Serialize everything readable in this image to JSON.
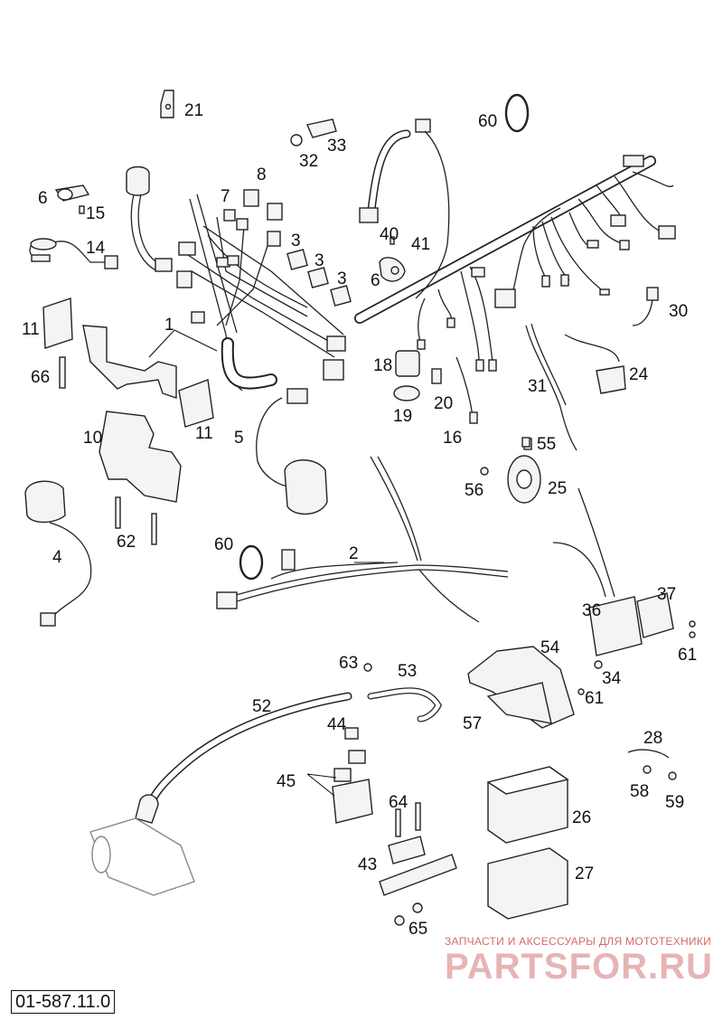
{
  "document_id": "01-587.11.0",
  "watermark": {
    "caption": "ЗАПЧАСТИ И АКСЕССУАРЫ ДЛЯ МОТОТЕХНИКИ",
    "brand": "PARTSFOR.RU",
    "color": "#d36a6a"
  },
  "callouts": [
    {
      "id": "c1",
      "text": "1"
    },
    {
      "id": "c2",
      "text": "2"
    },
    {
      "id": "c3a",
      "text": "3"
    },
    {
      "id": "c3b",
      "text": "3"
    },
    {
      "id": "c3c",
      "text": "3"
    },
    {
      "id": "c4",
      "text": "4"
    },
    {
      "id": "c5",
      "text": "5"
    },
    {
      "id": "c6a",
      "text": "6"
    },
    {
      "id": "c6b",
      "text": "6"
    },
    {
      "id": "c7",
      "text": "7"
    },
    {
      "id": "c8",
      "text": "8"
    },
    {
      "id": "c10",
      "text": "10"
    },
    {
      "id": "c11a",
      "text": "11"
    },
    {
      "id": "c11b",
      "text": "11"
    },
    {
      "id": "c14",
      "text": "14"
    },
    {
      "id": "c15",
      "text": "15"
    },
    {
      "id": "c16",
      "text": "16"
    },
    {
      "id": "c18",
      "text": "18"
    },
    {
      "id": "c19",
      "text": "19"
    },
    {
      "id": "c20",
      "text": "20"
    },
    {
      "id": "c21",
      "text": "21"
    },
    {
      "id": "c24",
      "text": "24"
    },
    {
      "id": "c25",
      "text": "25"
    },
    {
      "id": "c26",
      "text": "26"
    },
    {
      "id": "c27",
      "text": "27"
    },
    {
      "id": "c28",
      "text": "28"
    },
    {
      "id": "c30",
      "text": "30"
    },
    {
      "id": "c31",
      "text": "31"
    },
    {
      "id": "c32",
      "text": "32"
    },
    {
      "id": "c33",
      "text": "33"
    },
    {
      "id": "c34",
      "text": "34"
    },
    {
      "id": "c36",
      "text": "36"
    },
    {
      "id": "c37",
      "text": "37"
    },
    {
      "id": "c40",
      "text": "40"
    },
    {
      "id": "c41",
      "text": "41"
    },
    {
      "id": "c43",
      "text": "43"
    },
    {
      "id": "c44",
      "text": "44"
    },
    {
      "id": "c45",
      "text": "45"
    },
    {
      "id": "c52",
      "text": "52"
    },
    {
      "id": "c53",
      "text": "53"
    },
    {
      "id": "c54",
      "text": "54"
    },
    {
      "id": "c55",
      "text": "55"
    },
    {
      "id": "c56",
      "text": "56"
    },
    {
      "id": "c57",
      "text": "57"
    },
    {
      "id": "c58",
      "text": "58"
    },
    {
      "id": "c59",
      "text": "59"
    },
    {
      "id": "c60a",
      "text": "60"
    },
    {
      "id": "c60b",
      "text": "60"
    },
    {
      "id": "c61a",
      "text": "61"
    },
    {
      "id": "c61b",
      "text": "61"
    },
    {
      "id": "c62",
      "text": "62"
    },
    {
      "id": "c63",
      "text": "63"
    },
    {
      "id": "c64",
      "text": "64"
    },
    {
      "id": "c65",
      "text": "65"
    },
    {
      "id": "c66",
      "text": "66"
    }
  ]
}
